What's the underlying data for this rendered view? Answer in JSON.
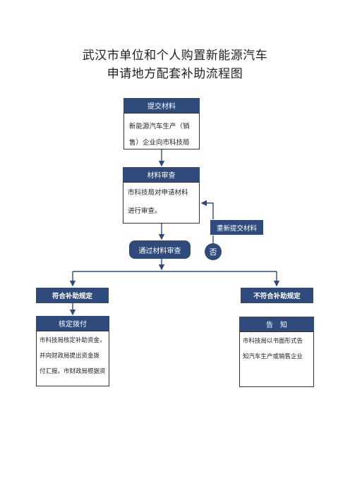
{
  "title": {
    "line1": "武汉市单位和个人购置新能源汽车",
    "line2": "申请地方配套补助流程图"
  },
  "steps": {
    "submit": {
      "header": "提交材料",
      "body_line1": "新能源汽车生产（销",
      "body_line2": "售）企业向市科技局"
    },
    "review": {
      "header": "材料审查",
      "body_line1": "市科技局对申请材料",
      "body_line2": "进行审查。"
    },
    "resubmit": {
      "label": "重新提交材料"
    },
    "passed": {
      "label": "通过材料审查"
    },
    "no": {
      "label": "否"
    },
    "meets": {
      "label": "符合补助规定"
    },
    "not_meets": {
      "label": "不符合补助规定"
    },
    "verify": {
      "header": "核定拨付",
      "body_line1": "市科技局核定补助资金，",
      "body_line2": "并向财政局提出资金拨",
      "body_line3": "付汇报。市财政局根据资"
    },
    "notify": {
      "header": "告　知",
      "body_line1": "市科技局以书面形式告",
      "body_line2": "知汽车生产或销售企业"
    }
  },
  "colors": {
    "header_bg": "#2f4b7c",
    "arrow": "#2f4b7c"
  }
}
